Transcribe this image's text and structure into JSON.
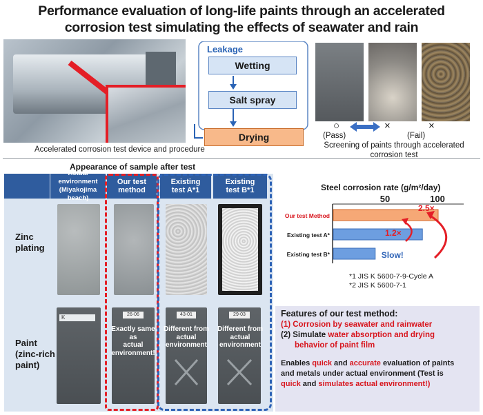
{
  "title_line1": "Performance evaluation of long-life paints through an accelerated",
  "title_line2": "corrosion test simulating the effects of seawater and rain",
  "device_caption": "Accelerated corrosion test device and procedure",
  "flow": {
    "leakage": "Leakage",
    "wetting": "Wetting",
    "salt_spray": "Salt spray",
    "drying": "Drying"
  },
  "screening": {
    "pass_mark": "○",
    "fail_mark": "×",
    "pass_label": "(Pass)",
    "fail_label": "(Fail)",
    "caption_line1": "Screening of paints through accelerated",
    "caption_line2": "corrosion test"
  },
  "appearance_title": "Appearance of sample after test",
  "columns": {
    "actual_line1": "Actual environment",
    "actual_line2": "(Miyakojima beach)",
    "ours_line1": "Our test",
    "ours_line2": "method",
    "a_line1": "Existing",
    "a_line2": "test A*1",
    "b_line1": "Existing",
    "b_line2": "test B*1"
  },
  "rows": {
    "zinc_line1": "Zinc",
    "zinc_line2": "plating",
    "paint_line1": "Paint",
    "paint_line2": "(zinc-rich",
    "paint_line3": "paint)"
  },
  "overlays": {
    "ours_line1": "Exactly same as",
    "ours_line2": "actual",
    "ours_line3": "environment!",
    "a_line1": "Different from",
    "a_line2": "actual",
    "a_line3": "environment",
    "b_line1": "Different from",
    "b_line2": "actual",
    "b_line3": "environment",
    "tag_actual": "K",
    "tag_ours": "26-06",
    "tag_a": "43-01",
    "tag_b": "29-03"
  },
  "chart_data": {
    "type": "bar",
    "title": "Steel corrosion rate (g/m²/day)",
    "categories": [
      "Our test Method",
      "Existing test A*",
      "Existing test B*"
    ],
    "values": [
      100,
      85,
      40
    ],
    "xlim": [
      0,
      125
    ],
    "ticks": [
      "50",
      "100"
    ],
    "annotations": {
      "ratio_big": "2.5×",
      "ratio_small": "1.2×",
      "slow": "Slow!"
    },
    "colors": {
      "ours": "#f6a876",
      "existing": "#6d9ee0"
    }
  },
  "footnotes": {
    "note1": "*1 JIS K 5600-7-9-Cycle A",
    "note2": "*2 JIS K 5600-7-1"
  },
  "features": {
    "heading": "Features of our test method:",
    "item1": "(1) Corrosion by seawater and rainwater",
    "item2_prefix": "(2) Simulate ",
    "item2_red": "water absorption and drying",
    "item2_line2": "behavior of paint film",
    "enable_line1_a": "Enables ",
    "enable_line1_quick": "quick",
    "enable_line1_and": " and ",
    "enable_line1_accurate": "accurate",
    "enable_line1_rest": " evaluation of paints",
    "enable_line2": "and metals under actual environment (Test is",
    "enable_line3_quick": "quick",
    "enable_line3_and": " and ",
    "enable_line3_sim": "simulates actual environment!)"
  },
  "colors": {
    "accent_red": "#e41e26",
    "accent_blue": "#2e63b6",
    "header_blue": "#2f5c9e"
  }
}
